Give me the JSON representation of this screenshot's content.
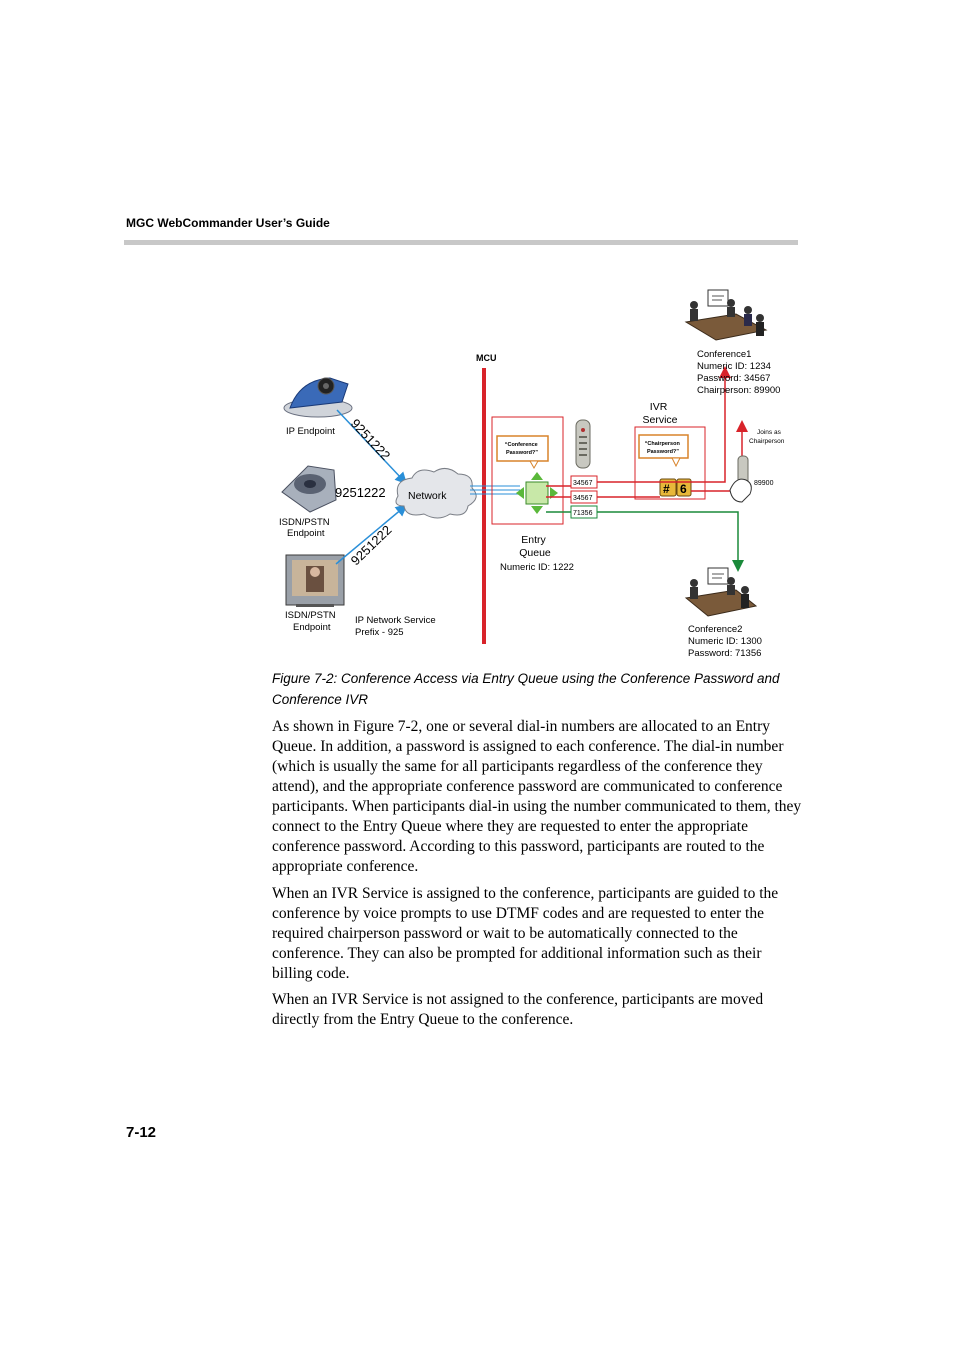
{
  "header": {
    "title": "MGC WebCommander User’s Guide"
  },
  "footer": {
    "page_number": "7-12"
  },
  "figure": {
    "mcu_label": "MCU",
    "ip_endpoint_label": "IP Endpoint",
    "isdn_endpoint_label_1": [
      "ISDN/PSTN",
      "Endpoint"
    ],
    "isdn_endpoint_label_2": [
      "ISDN/PSTN",
      "Endpoint"
    ],
    "dial_number": "9251222",
    "network_label": "Network",
    "ip_service_label": [
      "IP Network Service",
      "Prefix - 925"
    ],
    "entry_queue_label": [
      "Entry",
      "Queue"
    ],
    "entry_queue_id": "Numeric ID: 1222",
    "eq_prompt": [
      "“Conference",
      "Password?”"
    ],
    "ivr_label": [
      "IVR",
      "Service"
    ],
    "ivr_prompt": [
      "“Chairperson",
      "Password?”"
    ],
    "codes": [
      "34567",
      "34567",
      "71356"
    ],
    "dtmf_keys": [
      "#",
      "6"
    ],
    "joins_label": [
      "Joins as",
      "Chairperson"
    ],
    "chair_code": "89900",
    "conference1": [
      "Conference1",
      "Numeric ID: 1234",
      "Password: 34567",
      "Chairperson: 89900"
    ],
    "conference2": [
      "Conference2",
      "Numeric ID: 1300",
      "Password: 71356"
    ]
  },
  "caption": "Figure 7-2: Conference Access via Entry Queue using the Conference Password and Conference IVR",
  "paragraphs": [
    "As shown in Figure 7-2, one or several dial-in numbers are allocated to an Entry Queue. In addition, a password is assigned to each conference. The dial-in number (which is usually the same for all participants regardless of the conference they attend), and the appropriate conference password are communicated to conference participants. When participants dial-in using the number communicated to them, they connect to the Entry Queue where they are requested to enter the appropriate conference password. According to this password, participants are routed to the appropriate conference.",
    "When an IVR Service is assigned to the conference, participants are guided to the conference by voice prompts to use DTMF codes and are requested to enter the required chairperson password or wait to be automatically connected to the conference. They can also be prompted for additional information such as their billing code.",
    "When an IVR Service is not assigned to the conference, participants are moved directly from the Entry Queue to the conference."
  ],
  "colors": {
    "mcu_line": "#d8232a",
    "green_route": "#1a8a3a",
    "blue_link": "#2a8fd8",
    "header_rule": "#c8c8c8"
  }
}
